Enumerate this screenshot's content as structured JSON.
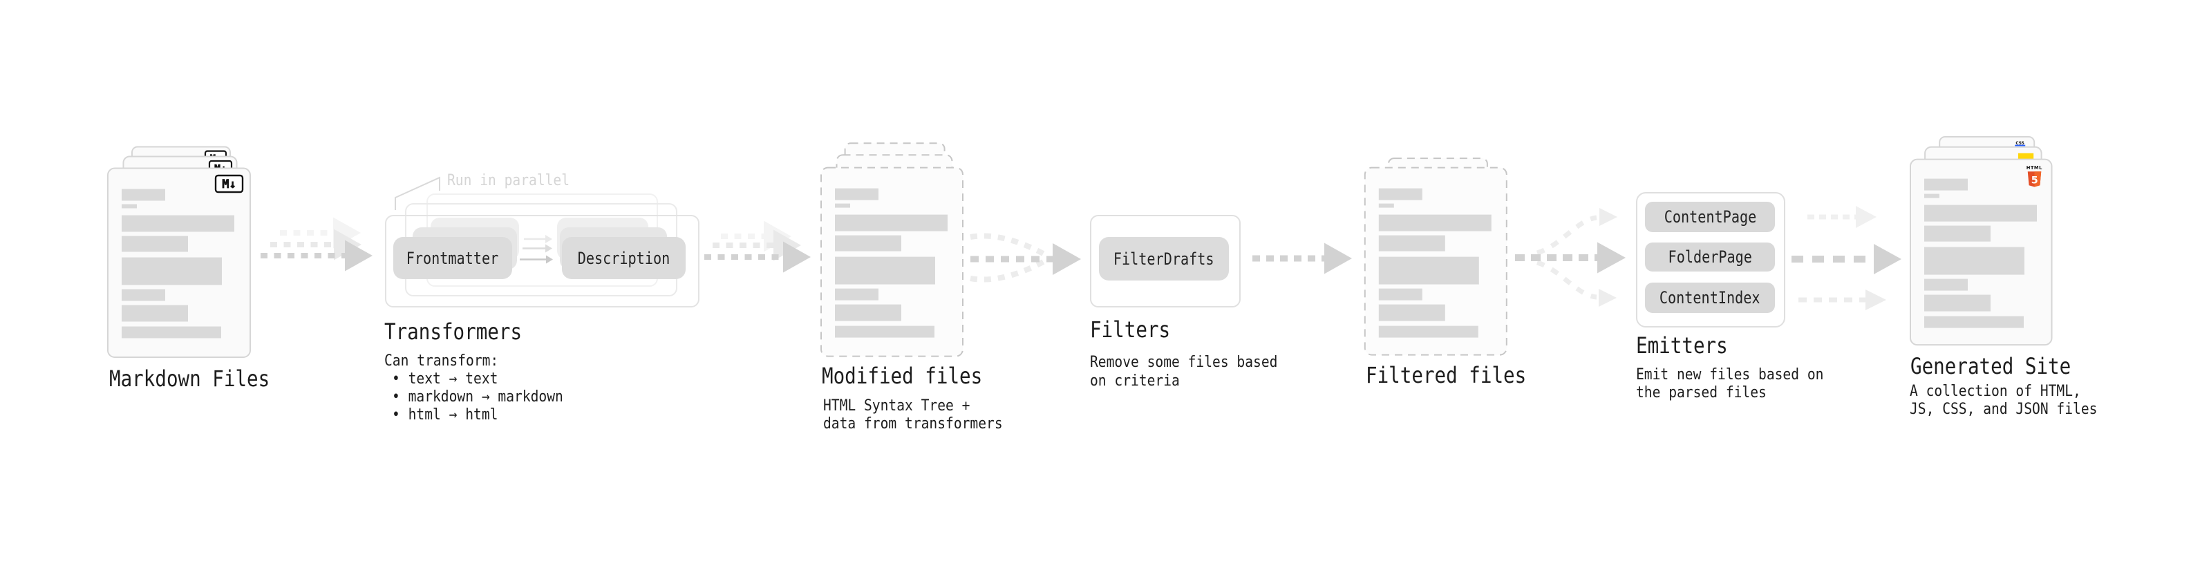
{
  "diagram": {
    "markdown_files": {
      "label": "Markdown Files",
      "icon": "markdown-badge",
      "icon_label": "M↓",
      "stack_count": 3
    },
    "transformers": {
      "annotation": "Run in parallel",
      "steps": [
        "Frontmatter",
        "Description"
      ],
      "label": "Transformers",
      "description": "Can transform:",
      "bullets": [
        "• text → text",
        "• markdown → markdown",
        "• html → html"
      ],
      "stack_count": 3
    },
    "modified_files": {
      "label": "Modified files",
      "description_lines": [
        "HTML Syntax Tree +",
        "data from transformers"
      ],
      "stack_count": 3
    },
    "filters": {
      "items": [
        "FilterDrafts"
      ],
      "label": "Filters",
      "description_lines": [
        "Remove some files based",
        "on criteria"
      ]
    },
    "filtered_files": {
      "label": "Filtered files",
      "stack_count": 2
    },
    "emitters": {
      "items": [
        "ContentPage",
        "FolderPage",
        "ContentIndex"
      ],
      "label": "Emitters",
      "description_lines": [
        "Emit new files based on",
        "the parsed files"
      ]
    },
    "generated_site": {
      "label": "Generated Site",
      "description_lines": [
        "A collection of HTML,",
        "JS, CSS, and JSON files"
      ],
      "icons": {
        "html5_text": "HTML",
        "html5_five": "5",
        "css_text": "CSS",
        "js_icon": "js-yellow-tab"
      },
      "stack_count": 3
    }
  },
  "colors": {
    "background": "#ffffff",
    "text": "#1d1d1d",
    "placeholder_bar": "#d9d9d9",
    "box_fill": "#dcdcdc",
    "doc_border": "#d6d6d6",
    "dashed_doc_border": "#c6c6c6",
    "arrow_dark": "#d2d2d2",
    "arrow_mid": "#e9e9e9",
    "arrow_light": "#f4f4f4",
    "annotation": "#d5d5d5",
    "html5_orange": "#e44d26",
    "html5_orange_light": "#f16529",
    "js_yellow": "#ffd60a",
    "css_blue": "#2962ff"
  }
}
